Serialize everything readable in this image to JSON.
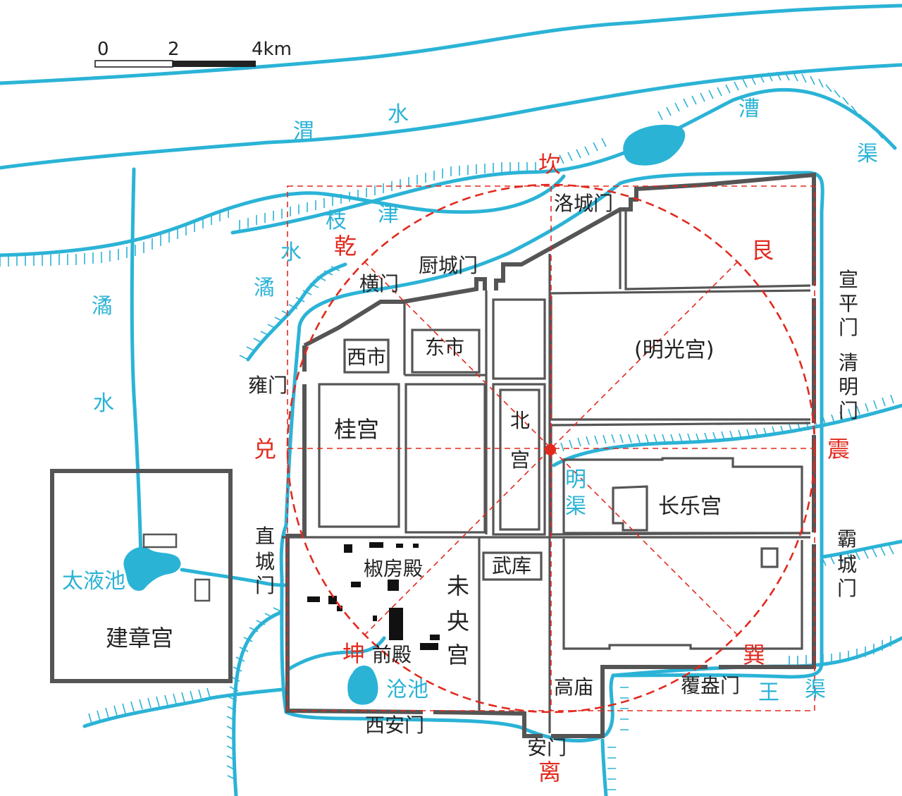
{
  "scale_bar": {
    "ticks": [
      "0",
      "2",
      "4km"
    ]
  },
  "rivers": {
    "wei": [
      "渭",
      "水"
    ],
    "cao": [
      "漕",
      "渠"
    ],
    "zhijin": [
      "枝",
      "津",
      "水"
    ],
    "ju_left": [
      "潏",
      "水"
    ],
    "ju_mid": "潏",
    "mingqu": [
      "明",
      "渠"
    ],
    "wangqu": [
      "王",
      "渠"
    ],
    "cangchi": "沧池",
    "taiye": "太液池"
  },
  "gates": {
    "luo": "洛城门",
    "chu": "厨城门",
    "heng": "横门",
    "yong": "雍门",
    "zhicheng": [
      "直",
      "城",
      "门"
    ],
    "xuanping": [
      "宣",
      "平",
      "门"
    ],
    "qingming": [
      "清",
      "明",
      "门"
    ],
    "bacheng": [
      "霸",
      "城",
      "门"
    ],
    "fuang": "覆盎门",
    "xian": "西安门",
    "an": "安门"
  },
  "palaces": {
    "xishi": "西市",
    "dongshi": "东市",
    "gui": "桂宫",
    "bei": [
      "北",
      "宫"
    ],
    "mingguang": "(明光宫)",
    "changle": "长乐宫",
    "wuku": "武库",
    "jiaofang": "椒房殿",
    "weiyang": [
      "未",
      "央",
      "宫"
    ],
    "qiandian": "前殿",
    "gaomiao": "高庙",
    "jianzhang": "建章宫"
  },
  "bagua": {
    "kan": "坎",
    "gen": "艮",
    "zhen": "震",
    "xun": "巽",
    "li": "离",
    "kun": "坤",
    "dui": "兑",
    "qian": "乾"
  },
  "colors": {
    "water": "#2bb3d6",
    "wall": "#555555",
    "grid": "#e12a1e",
    "text": "#222222"
  }
}
